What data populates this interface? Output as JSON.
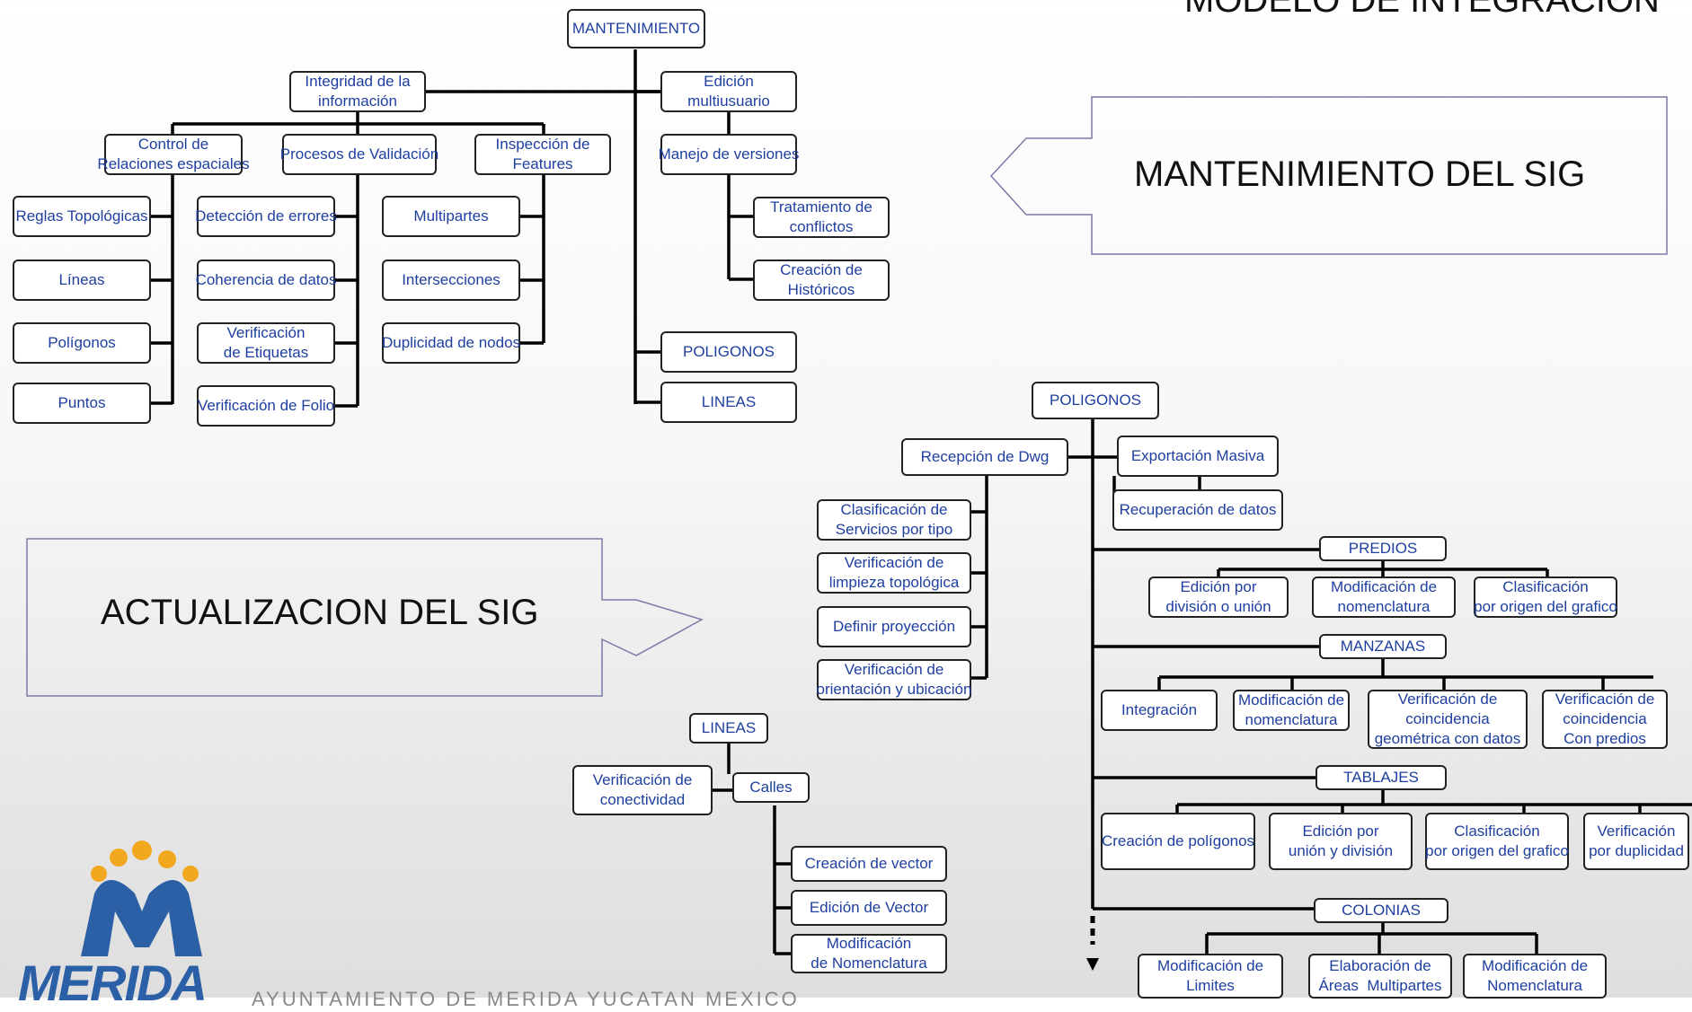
{
  "header": {
    "title": "MODELO DE INTEGRACION"
  },
  "labels": {
    "mantenimiento_sig": "MANTENIMIENTO DEL SIG",
    "actualizacion_sig": "ACTUALIZACION DEL SIG"
  },
  "logo": {
    "text": "MERIDA"
  },
  "footer": {
    "text": "AYUNTAMIENTO DE MERIDA YUCATAN MEXICO"
  },
  "colors": {
    "node_text": "#1f3f9f",
    "node_border": "#222222",
    "connector": "#000000",
    "arrow_outline": "#7a7aa8"
  },
  "mantenimiento": {
    "root": "MANTENIMIENTO",
    "integridad": "Integridad de la\ninformación",
    "edicion_multiusuario": "Edición\nmultiusuario",
    "control_relaciones": "Control de\nRelaciones espaciales",
    "procesos_validacion": "Procesos de Validación",
    "inspeccion_features": "Inspección de\nFeatures",
    "manejo_versiones": "Manejo de versiones",
    "tratamiento_conflictos": "Tratamiento de\nconflictos",
    "creacion_historicos": "Creación de\nHistóricos",
    "poligonos": "POLIGONOS",
    "lineas": "LINEAS",
    "reglas_topologicas": "Reglas Topológicas",
    "lineas_item": "Líneas",
    "poligonos_item": "Polígonos",
    "puntos": "Puntos",
    "deteccion_errores": "Detección de errores",
    "coherencia_datos": "Coherencia de datos",
    "verificacion_etiquetas": "Verificación\nde Etiquetas",
    "verificacion_folio": "Verificación de Folio",
    "multipartes": "Multipartes",
    "intersecciones": "Intersecciones",
    "duplicidad_nodos": "Duplicidad de nodos"
  },
  "actualizacion": {
    "poligonos": "POLIGONOS",
    "recepcion_dwg": "Recepción  de  Dwg",
    "exportacion_masiva": "Exportación Masiva",
    "recuperacion_datos": "Recuperación de datos",
    "clasificacion_servicios": "Clasificación de\nServicios por tipo",
    "verificacion_limpieza": "Verificación de\nlimpieza topológica",
    "definir_proyeccion": "Definir proyección",
    "verificacion_orientacion": "Verificación de\norientación y ubicación",
    "predios": "PREDIOS",
    "edicion_division_union": "Edición por\ndivisión o unión",
    "modificacion_nomenclatura_predios": "Modificación de\nnomenclatura",
    "clasificacion_origen_predios": "Clasificación\npor origen del grafico",
    "manzanas": "MANZANAS",
    "integracion": "Integración",
    "modificacion_nomenclatura_manzanas": "Modificación de\nnomenclatura",
    "verificacion_coincidencia_geometrica": "Verificación de\ncoincidencia\ngeométrica con datos",
    "verificacion_coincidencia_predios": "Verificación de\ncoincidencia\nCon predios",
    "tablajes": "TABLAJES",
    "creacion_poligonos": "Creación de polígonos",
    "edicion_union_division": "Edición por\nunión y división",
    "clasificacion_origen_tablajes": "Clasificación\npor origen del grafico",
    "verificacion_duplicidad": "Verificación\npor duplicidad",
    "colonias": "COLONIAS",
    "modificacion_limites": "Modificación de\nLimites",
    "elaboracion_areas": "Elaboración de\nÁreas  Multipartes",
    "modificacion_nomenclatura_colonias": "Modificación de\nNomenclatura",
    "lineas": "LINEAS",
    "verificacion_conectividad": "Verificación de\nconectividad",
    "calles": "Calles",
    "creacion_vector": "Creación de vector",
    "edicion_vector": "Edición de Vector",
    "modificacion_nomenclatura_calles": "Modificación\nde Nomenclatura"
  }
}
